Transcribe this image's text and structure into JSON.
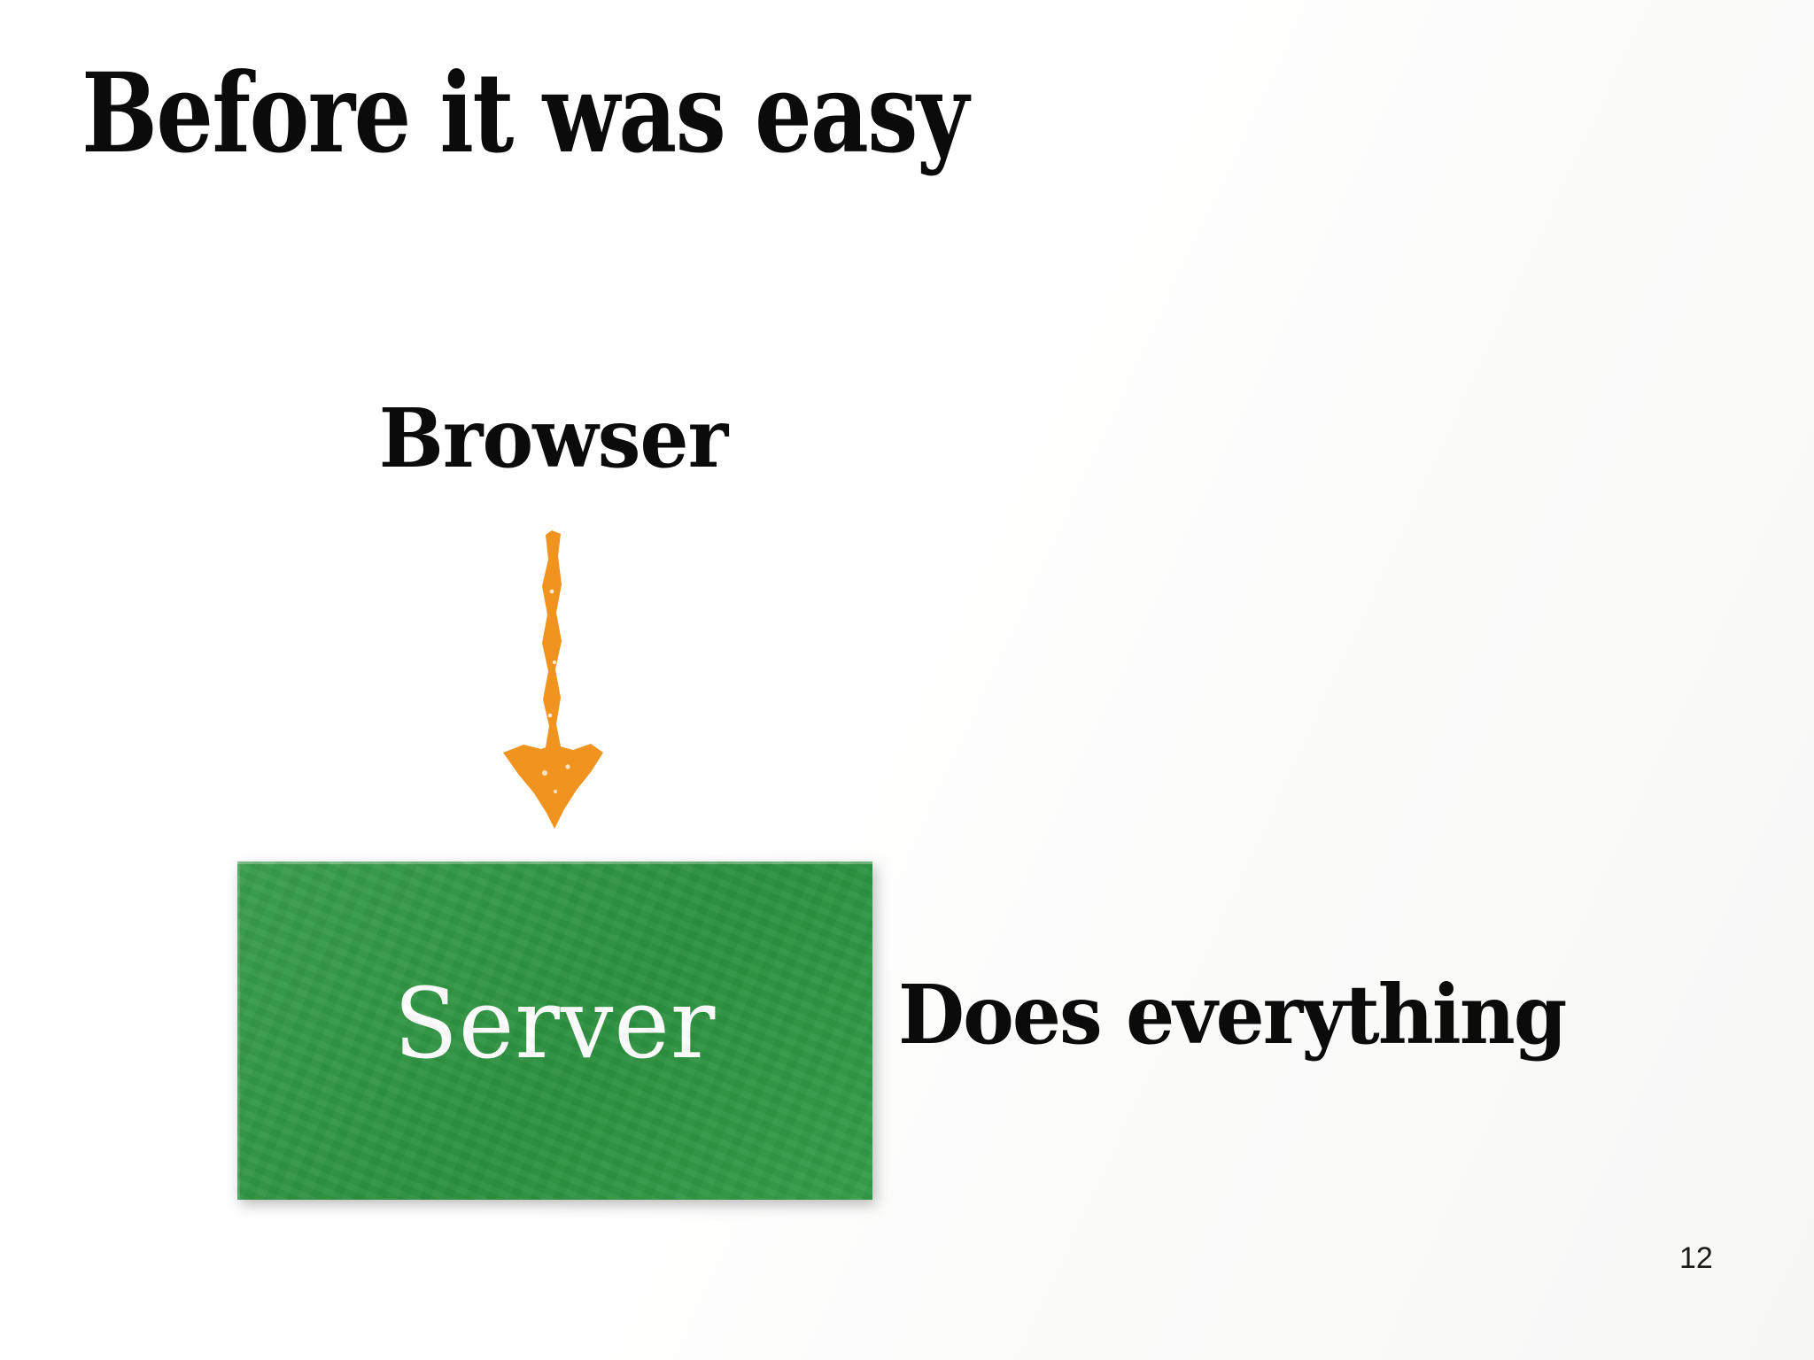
{
  "slide": {
    "title": "Before it was easy",
    "page_number": "12"
  },
  "diagram": {
    "browser_label": "Browser",
    "server_label": "Server",
    "server_caption": "Does everything",
    "arrow_icon": "crayon-down-arrow"
  },
  "colors": {
    "arrow_orange": "#F0931F",
    "server_green": "#2F9842",
    "server_label_text": "#FFFFFF",
    "heading_text": "#0B0B0B",
    "page_number_text": "#1A1A1A"
  }
}
